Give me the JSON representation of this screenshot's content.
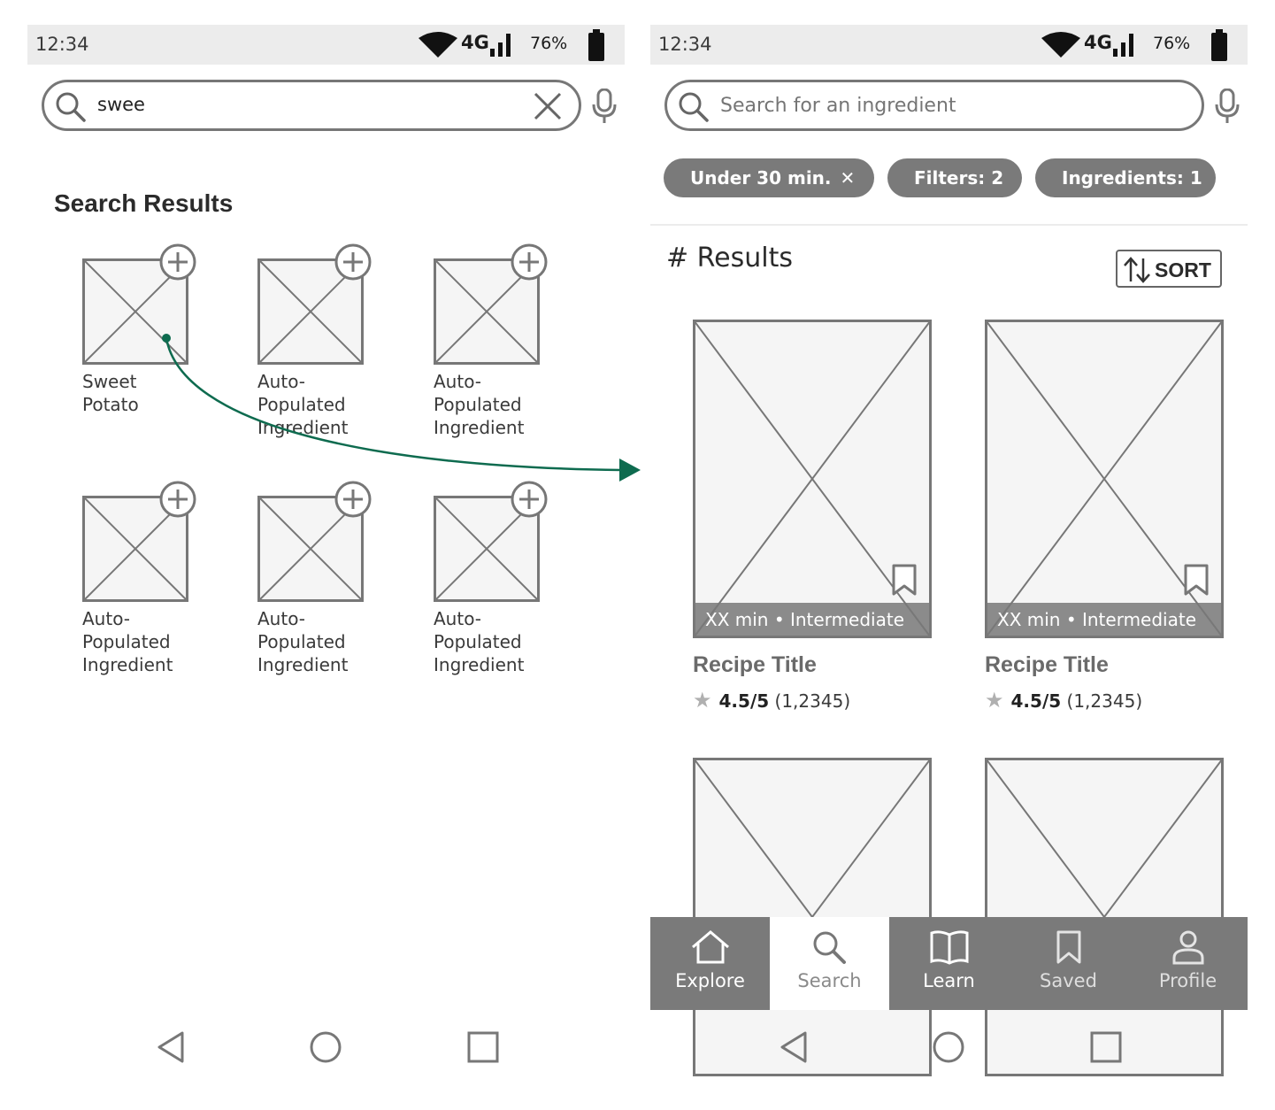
{
  "left_screen": {
    "status": {
      "time": "12:34",
      "network": "4G",
      "battery": "76%"
    },
    "search": {
      "value": "swee"
    },
    "section_title": "Search Results",
    "ingredients": [
      {
        "label": "Sweet\nPotato"
      },
      {
        "label": "Auto-\nPopulated\nIngredient"
      },
      {
        "label": "Auto-\nPopulated\nIngredient"
      },
      {
        "label": "Auto-\nPopulated\nIngredient"
      },
      {
        "label": "Auto-\nPopulated\nIngredient"
      },
      {
        "label": "Auto-\nPopulated\nIngredient"
      }
    ],
    "system_nav": [
      "back-icon",
      "home-icon",
      "recents-icon"
    ]
  },
  "right_screen": {
    "status": {
      "time": "12:34",
      "network": "4G",
      "battery": "76%"
    },
    "search": {
      "placeholder": "Search for an ingredient"
    },
    "chips": [
      {
        "label": "Under 30 min.",
        "close": "✕"
      },
      {
        "label": "Filters: 2"
      },
      {
        "label": "Ingredients: 1"
      }
    ],
    "results_label": "# Results",
    "sort_label": "SORT",
    "recipes": [
      {
        "meta": "XX min • Intermediate",
        "title": "Recipe Title",
        "rating": "4.5/5",
        "count": "(1,2345)"
      },
      {
        "meta": "XX min • Intermediate",
        "title": "Recipe Title",
        "rating": "4.5/5",
        "count": "(1,2345)"
      }
    ],
    "bottom_nav": [
      {
        "label": "Explore",
        "icon": "home-icon"
      },
      {
        "label": "Search",
        "icon": "search-icon",
        "active": true
      },
      {
        "label": "Learn",
        "icon": "book-icon"
      },
      {
        "label": "Saved",
        "icon": "bookmark-icon"
      },
      {
        "label": "Profile",
        "icon": "person-icon"
      }
    ]
  },
  "colors": {
    "flow_arrow": "#0e6b4f",
    "chip_bg": "#7a7a7a",
    "nav_bg": "#7a7a7a",
    "status_bg": "#ececec"
  }
}
